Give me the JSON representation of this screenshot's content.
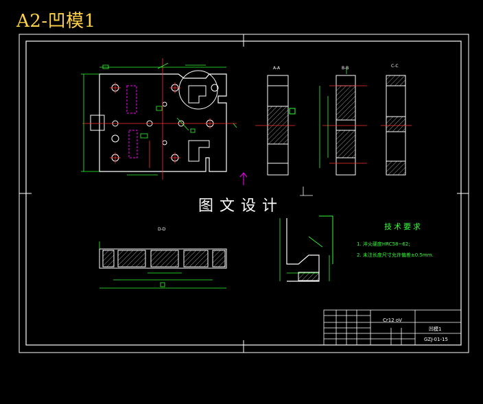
{
  "title": "A2-凹模1",
  "watermark": "图文设计",
  "sections": {
    "a": "A-A",
    "b": "B-B",
    "c": "C-C",
    "d": "D-D"
  },
  "tech_req": {
    "title": "技术要求",
    "lines": [
      "1. 淬火硬度HRC58~62;",
      "2. 未注长度尺寸允许偏差±0.5mm."
    ]
  },
  "title_block": {
    "material": "Cr12 oV",
    "part_name": "凹模1",
    "drawing_no": "GZJ-01-15"
  },
  "colors": {
    "frame": "#ffffff",
    "line": "#ffffff",
    "dim": "#33ff33",
    "center": "#ff3030",
    "hatch": "#ffffff",
    "title": "#ffd24a"
  }
}
